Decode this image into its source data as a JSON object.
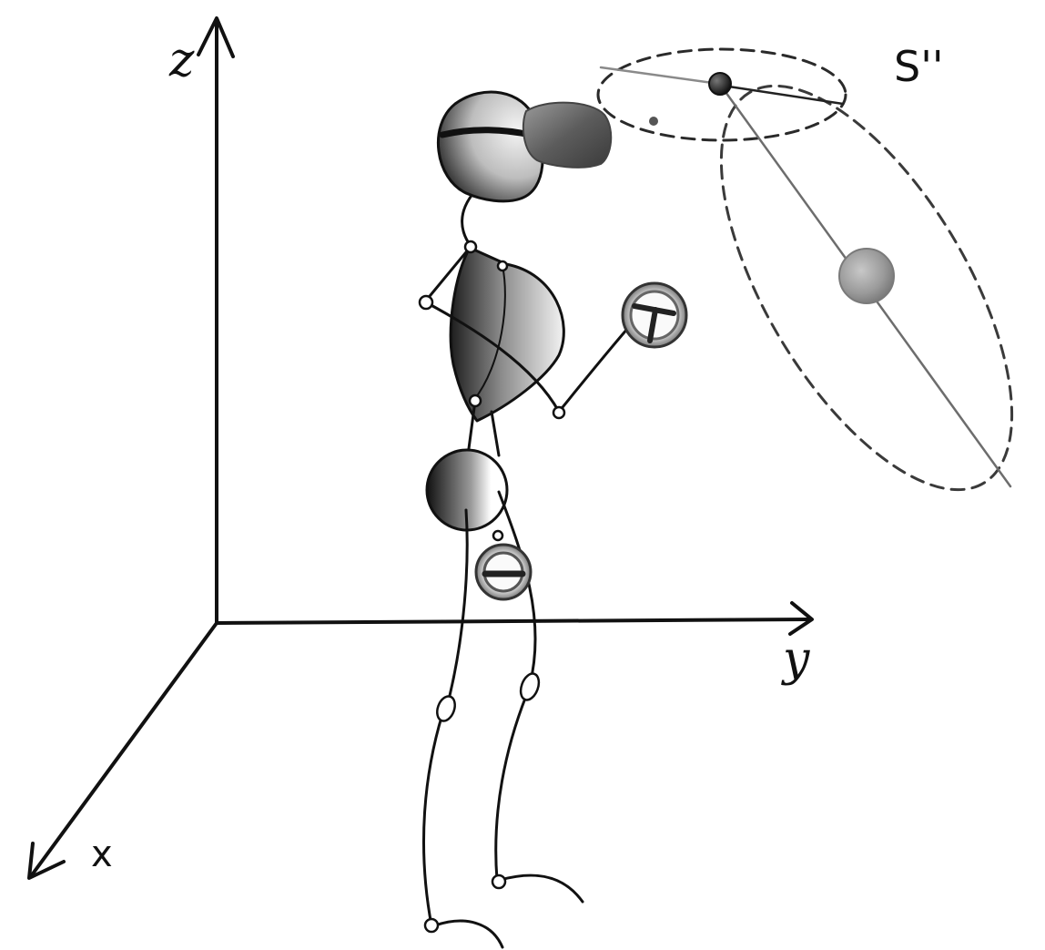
{
  "axes": {
    "z_label": "z",
    "y_label": "y",
    "x_label": "x"
  },
  "region_label": "S''",
  "colors": {
    "ink": "#111111",
    "shade_dark": "#3a3a3a",
    "shade_mid": "#8a8a8a",
    "shade_light": "#e8e8e8",
    "target_ball": "#9a9a9a",
    "dashed_outline": "#2a2a2a"
  },
  "icons": {
    "head": "head-with-vr-headset",
    "tracker": "motion-tracker-ring",
    "joint": "joint-marker"
  }
}
